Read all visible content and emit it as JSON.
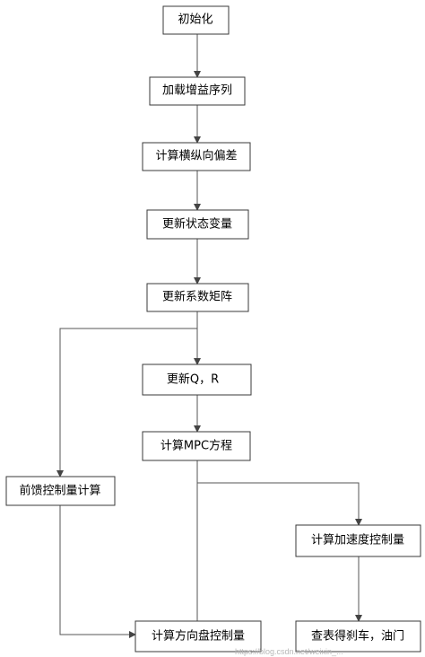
{
  "nodes": {
    "init": "初始化",
    "load_gain": "加载增益序列",
    "lateral_error": "计算横纵向偏差",
    "update_state": "更新状态变量",
    "update_matrix": "更新系数矩阵",
    "update_qr": "更新Q，R",
    "mpc_equation": "计算MPC方程",
    "feedforward": "前馈控制量计算",
    "accel_control": "计算加速度控制量",
    "steer_control": "计算方向盘控制量",
    "brake_throttle": "查表得刹车，油门"
  },
  "watermark": "https://blog.csdn.net/weixin_..."
}
